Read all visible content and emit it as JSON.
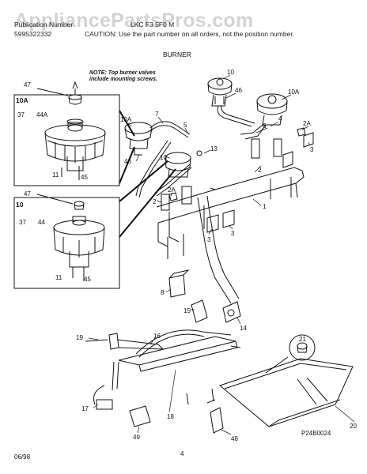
{
  "watermark": "AppliancePartsPros.com",
  "header": {
    "line1_left": "Publication Number",
    "line1_right": "LKC F3 5F0 M",
    "line2_left": "5995322332",
    "caution": "CAUTION: Use the part number on all orders, not the position number."
  },
  "section_title": "BURNER",
  "note": {
    "line1": "NOTE: Top burner valves",
    "line2": "include mounting screws."
  },
  "inset_top": {
    "title": "10A",
    "callouts": [
      "47",
      "37",
      "44A",
      "11",
      "45"
    ]
  },
  "inset_bottom": {
    "title": "10",
    "callouts": [
      "47",
      "37",
      "44",
      "11",
      "45"
    ]
  },
  "callouts": [
    "10",
    "46",
    "10A",
    "7",
    "5",
    "10A",
    "6",
    "4",
    "2A",
    "3",
    "46",
    "13",
    "10",
    "2",
    "2A",
    "2",
    "1",
    "3",
    "3",
    "8",
    "15",
    "14",
    "21",
    "19",
    "16",
    "17",
    "18",
    "20",
    "49",
    "48"
  ],
  "diagram_code": "P24B0024",
  "footer": {
    "date": "06/98",
    "page": "4"
  }
}
